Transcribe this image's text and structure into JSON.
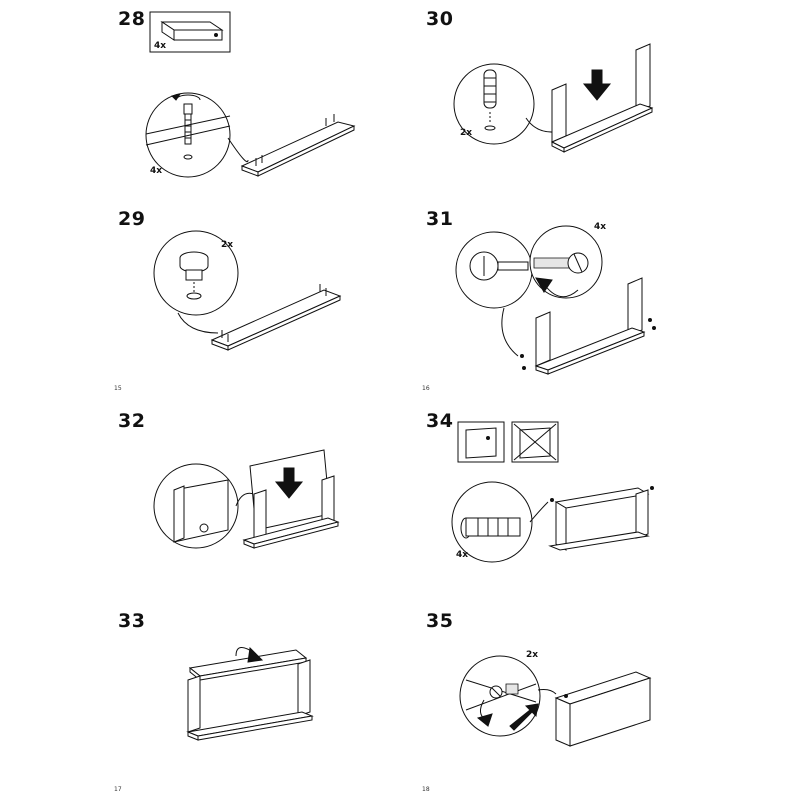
{
  "pages": [
    {
      "page_number": "15"
    },
    {
      "page_number": "16"
    },
    {
      "page_number": "17"
    },
    {
      "page_number": "18"
    }
  ],
  "steps": {
    "s28": {
      "number": "28",
      "inset_qty": "4x",
      "detail_qty": "4x"
    },
    "s29": {
      "number": "29",
      "detail_qty": "2x"
    },
    "s30": {
      "number": "30",
      "detail_qty": "2x"
    },
    "s31": {
      "number": "31",
      "detail_qty": "4x"
    },
    "s32": {
      "number": "32"
    },
    "s33": {
      "number": "33"
    },
    "s34": {
      "number": "34",
      "detail_qty": "4x"
    },
    "s35": {
      "number": "35",
      "detail_qty": "2x"
    }
  },
  "icons": {
    "hardware": [
      "cam-lock-screw-icon",
      "dowel-icon",
      "plug-icon",
      "cam-lock-icon",
      "wooden-dowel-icon"
    ],
    "arrows": [
      "down-arrow-icon",
      "rotate-arrow-icon",
      "push-arrow-icon"
    ],
    "markers": [
      "cross-out-icon"
    ]
  }
}
